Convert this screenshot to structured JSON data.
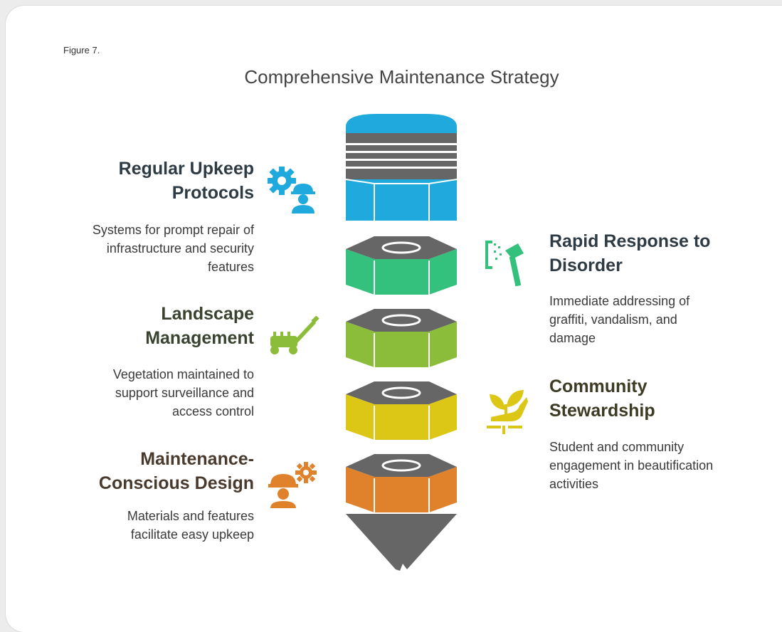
{
  "figure_label": "Figure 7.",
  "title": "Comprehensive Maintenance Strategy",
  "items": [
    {
      "heading": "Regular Upkeep Protocols",
      "heading_lines": [
        "Regular Upkeep",
        "Protocols"
      ],
      "desc_lines": [
        "Systems for prompt repair of",
        "infrastructure and security",
        "features"
      ],
      "side": "left",
      "color": "#1fa9dc",
      "heading_color": "#2e3b44",
      "icon": "gear-worker-icon"
    },
    {
      "heading": "Rapid Response to Disorder",
      "heading_lines": [
        "Rapid Response to",
        "Disorder"
      ],
      "desc_lines": [
        "Immediate addressing of",
        "graffiti, vandalism, and",
        "damage"
      ],
      "side": "right",
      "color": "#34c17e",
      "heading_color": "#2e3b44",
      "icon": "spray-hammer-icon"
    },
    {
      "heading": "Landscape Management",
      "heading_lines": [
        "Landscape",
        "Management"
      ],
      "desc_lines": [
        "Vegetation maintained to",
        "support surveillance and",
        "access control"
      ],
      "side": "left",
      "color": "#8cbd3a",
      "heading_color": "#3a4330",
      "icon": "lawn-mower-icon"
    },
    {
      "heading": "Community Stewardship",
      "heading_lines": [
        "Community",
        "Stewardship"
      ],
      "desc_lines": [
        "Student and community",
        "engagement in beautification",
        "activities"
      ],
      "side": "right",
      "color": "#dcc716",
      "heading_color": "#3d3b24",
      "icon": "plant-hand-icon"
    },
    {
      "heading": "Maintenance-Conscious Design",
      "heading_lines": [
        "Maintenance-",
        "Conscious Design"
      ],
      "desc_lines": [
        "Materials and features",
        "facilitate easy upkeep"
      ],
      "side": "left",
      "color": "#e0822c",
      "heading_color": "#4a3a2e",
      "icon": "engineer-gear-icon"
    }
  ]
}
